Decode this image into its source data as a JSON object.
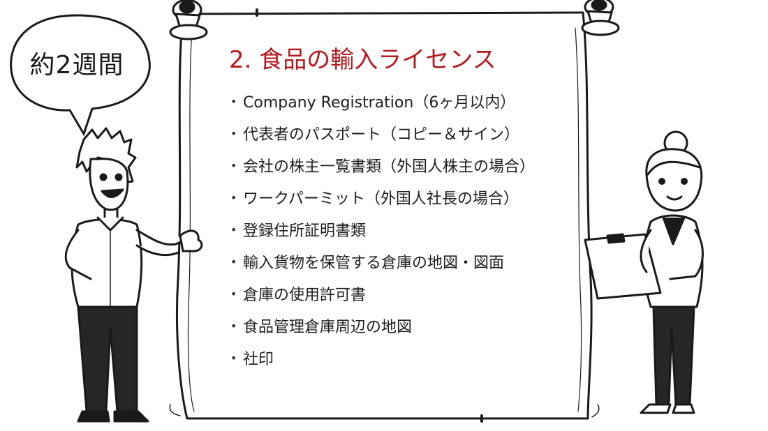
{
  "speech_bubble": {
    "text": "約2週間"
  },
  "board": {
    "title": "2. 食品の輸入ライセンス",
    "items": [
      {
        "text": "Company Registration（6ヶ月以内）"
      },
      {
        "text": "代表者のパスポート（コピー＆サイン）"
      },
      {
        "text": "会社の株主一覧書類（外国人株主の場合）"
      },
      {
        "text": "ワークパーミット（外国人社長の場合）"
      },
      {
        "text": "登録住所証明書類"
      },
      {
        "text": "輸入貨物を保管する倉庫の地図・図面"
      },
      {
        "text": "倉庫の使用許可書"
      },
      {
        "text": "食品管理倉庫周辺の地図"
      },
      {
        "text": "社印"
      }
    ]
  },
  "colors": {
    "title": "#b3191f",
    "ink": "#1e1e1e",
    "background": "#ffffff"
  },
  "illustrations": [
    "man-pointing-figure",
    "woman-with-clipboard-figure",
    "push-pin-icon"
  ]
}
